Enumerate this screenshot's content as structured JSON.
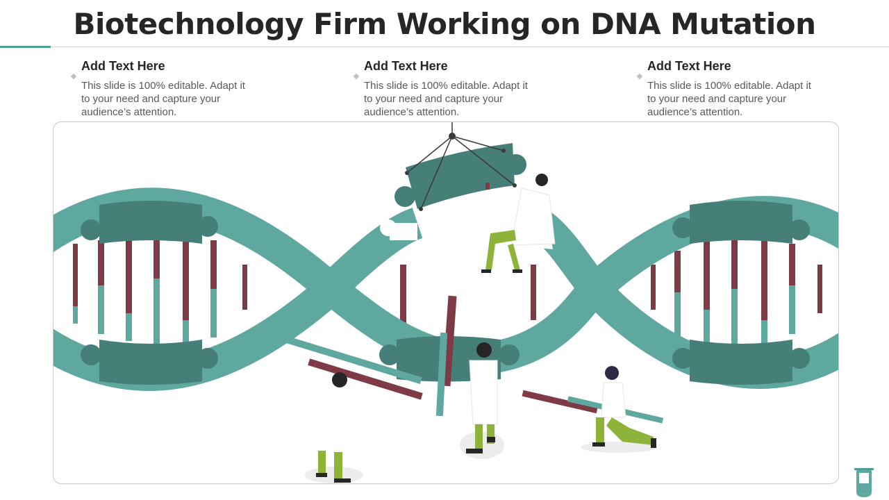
{
  "title": "Biotechnology Firm Working on DNA Mutation",
  "blocks": [
    {
      "heading": "Add Text Here",
      "body": "This slide is 100% editable. Adapt it to your need and capture your audience’s attention."
    },
    {
      "heading": "Add Text Here",
      "body": "This slide is 100% editable. Adapt it to your need and capture your audience’s attention."
    },
    {
      "heading": "Add Text Here",
      "body": "This slide is 100% editable. Adapt it to your need and capture your audience’s attention."
    }
  ],
  "colors": {
    "teal": "#5ea8a0",
    "dark_teal": "#467e78",
    "maroon": "#7e3a45",
    "green": "#8db33a",
    "ink": "#262626"
  },
  "icons": [
    "dna-helix-illustration",
    "test-tube-icon"
  ]
}
